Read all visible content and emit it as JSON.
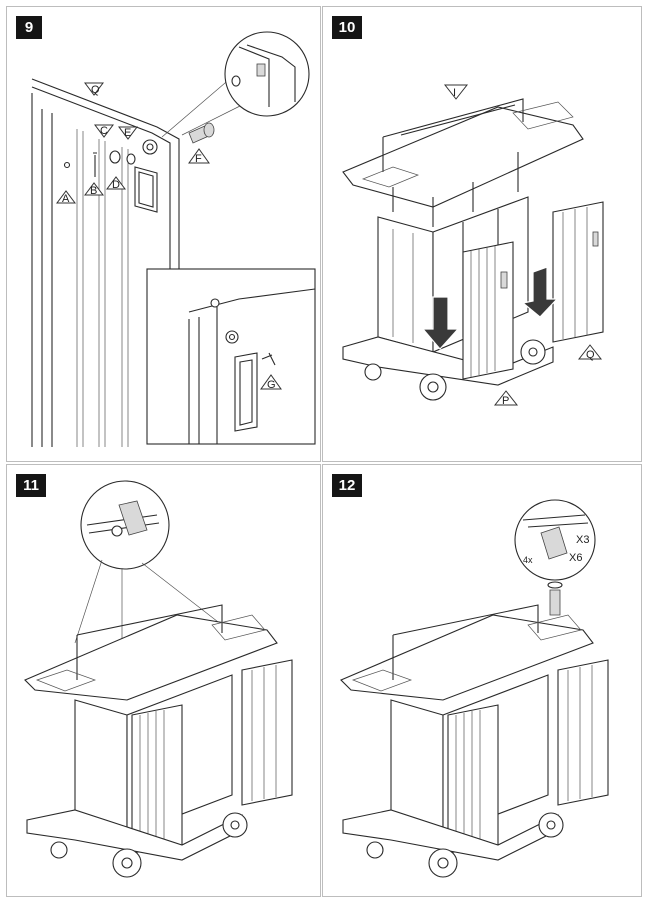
{
  "steps": [
    {
      "number": "9",
      "labels": {
        "q": "Q",
        "a": "A",
        "b": "B",
        "c": "C",
        "d": "D",
        "e": "E",
        "f": "F",
        "g": "G"
      }
    },
    {
      "number": "10",
      "labels": {
        "i": "I",
        "p": "P",
        "q": "Q"
      }
    },
    {
      "number": "11",
      "labels": {}
    },
    {
      "number": "12",
      "labels": {
        "x3": "X3",
        "x6": "X6",
        "four_x": "4x"
      }
    }
  ]
}
